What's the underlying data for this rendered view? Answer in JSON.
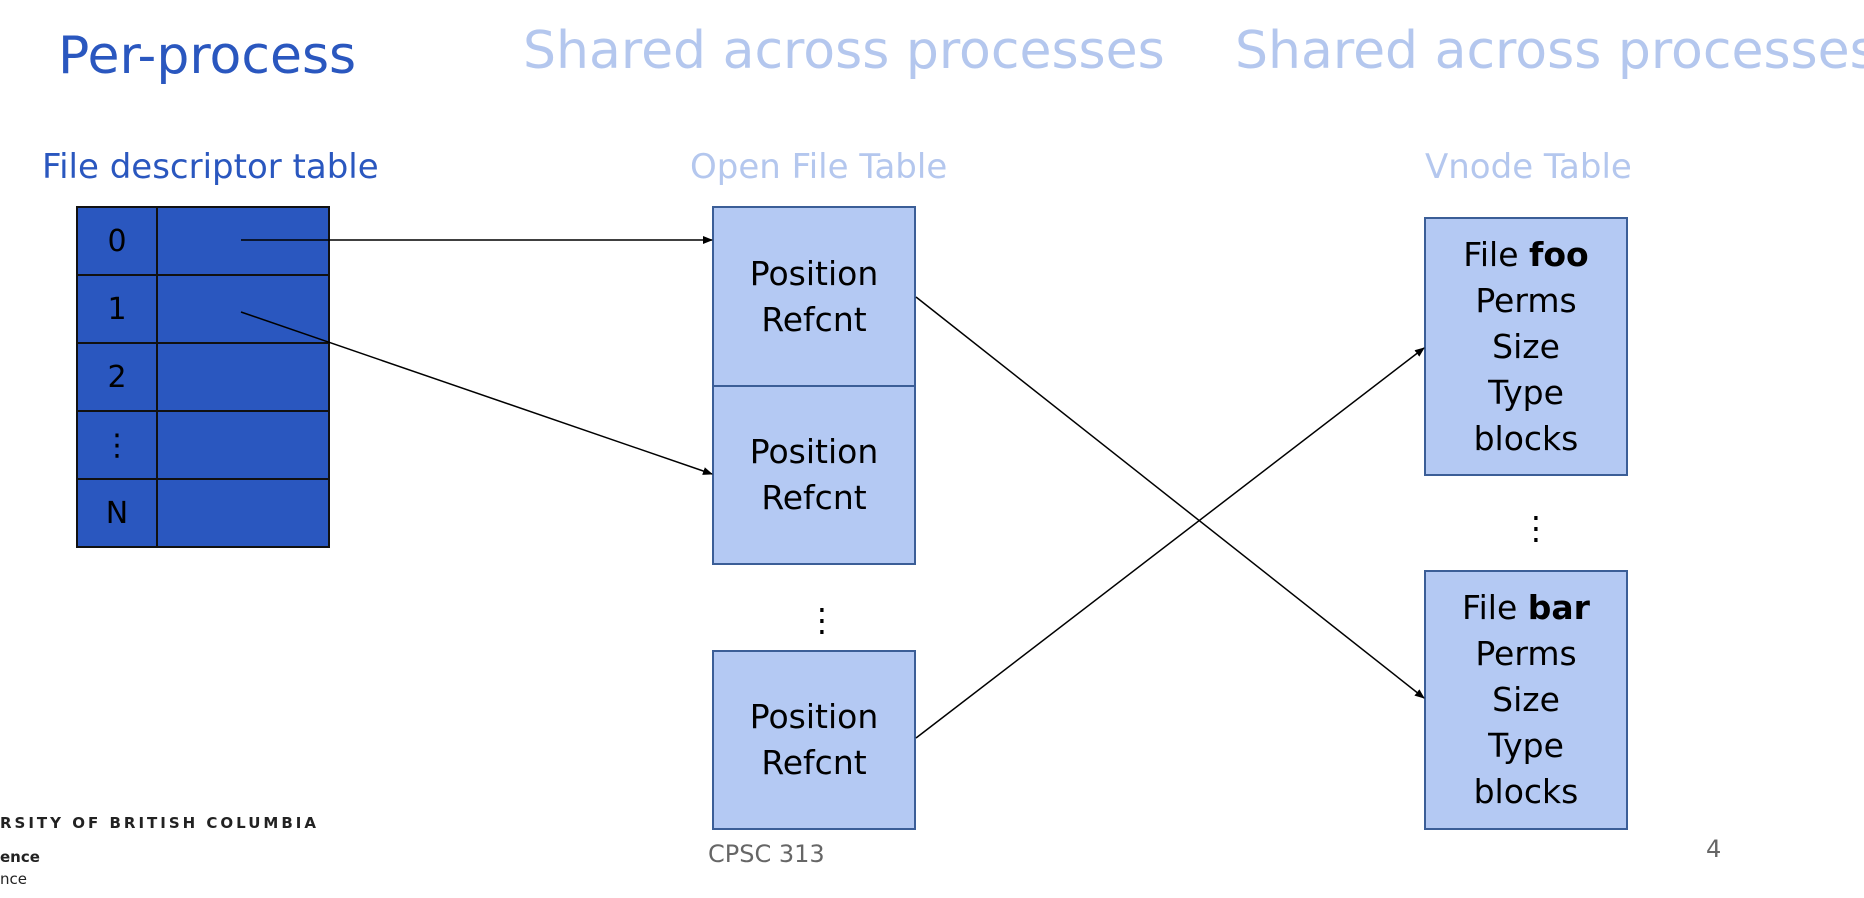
{
  "headings": {
    "per_process": "Per-process",
    "shared_1": "Shared across processes",
    "shared_2": "Shared across processes"
  },
  "fd_table": {
    "title": "File descriptor table",
    "rows": [
      "0",
      "1",
      "2",
      "⋮",
      "N"
    ]
  },
  "open_file_table": {
    "title": "Open File Table",
    "entries": [
      {
        "line1": "Position",
        "line2": "Refcnt"
      },
      {
        "line1": "Position",
        "line2": "Refcnt"
      },
      {
        "line1": "Position",
        "line2": "Refcnt"
      }
    ],
    "ellipsis": "⋮"
  },
  "vnode_table": {
    "title": "Vnode Table",
    "entries": [
      {
        "prefix": "File ",
        "name": "foo",
        "fields": [
          "Perms",
          "Size",
          "Type",
          "blocks"
        ]
      },
      {
        "prefix": "File ",
        "name": "bar",
        "fields": [
          "Perms",
          "Size",
          "Type",
          "blocks"
        ]
      }
    ],
    "ellipsis": "⋮"
  },
  "footer": {
    "course": "CPSC 313",
    "page_number": "4",
    "logo_line1": "RSITY OF BRITISH COLUMBIA",
    "logo_line2": "ence",
    "logo_line3": "nce"
  },
  "colors": {
    "dark_blue": "#2a57bf",
    "light_blue_text": "#b4c7ee",
    "box_fill": "#b4c9f3",
    "box_border": "#3b5e97"
  }
}
